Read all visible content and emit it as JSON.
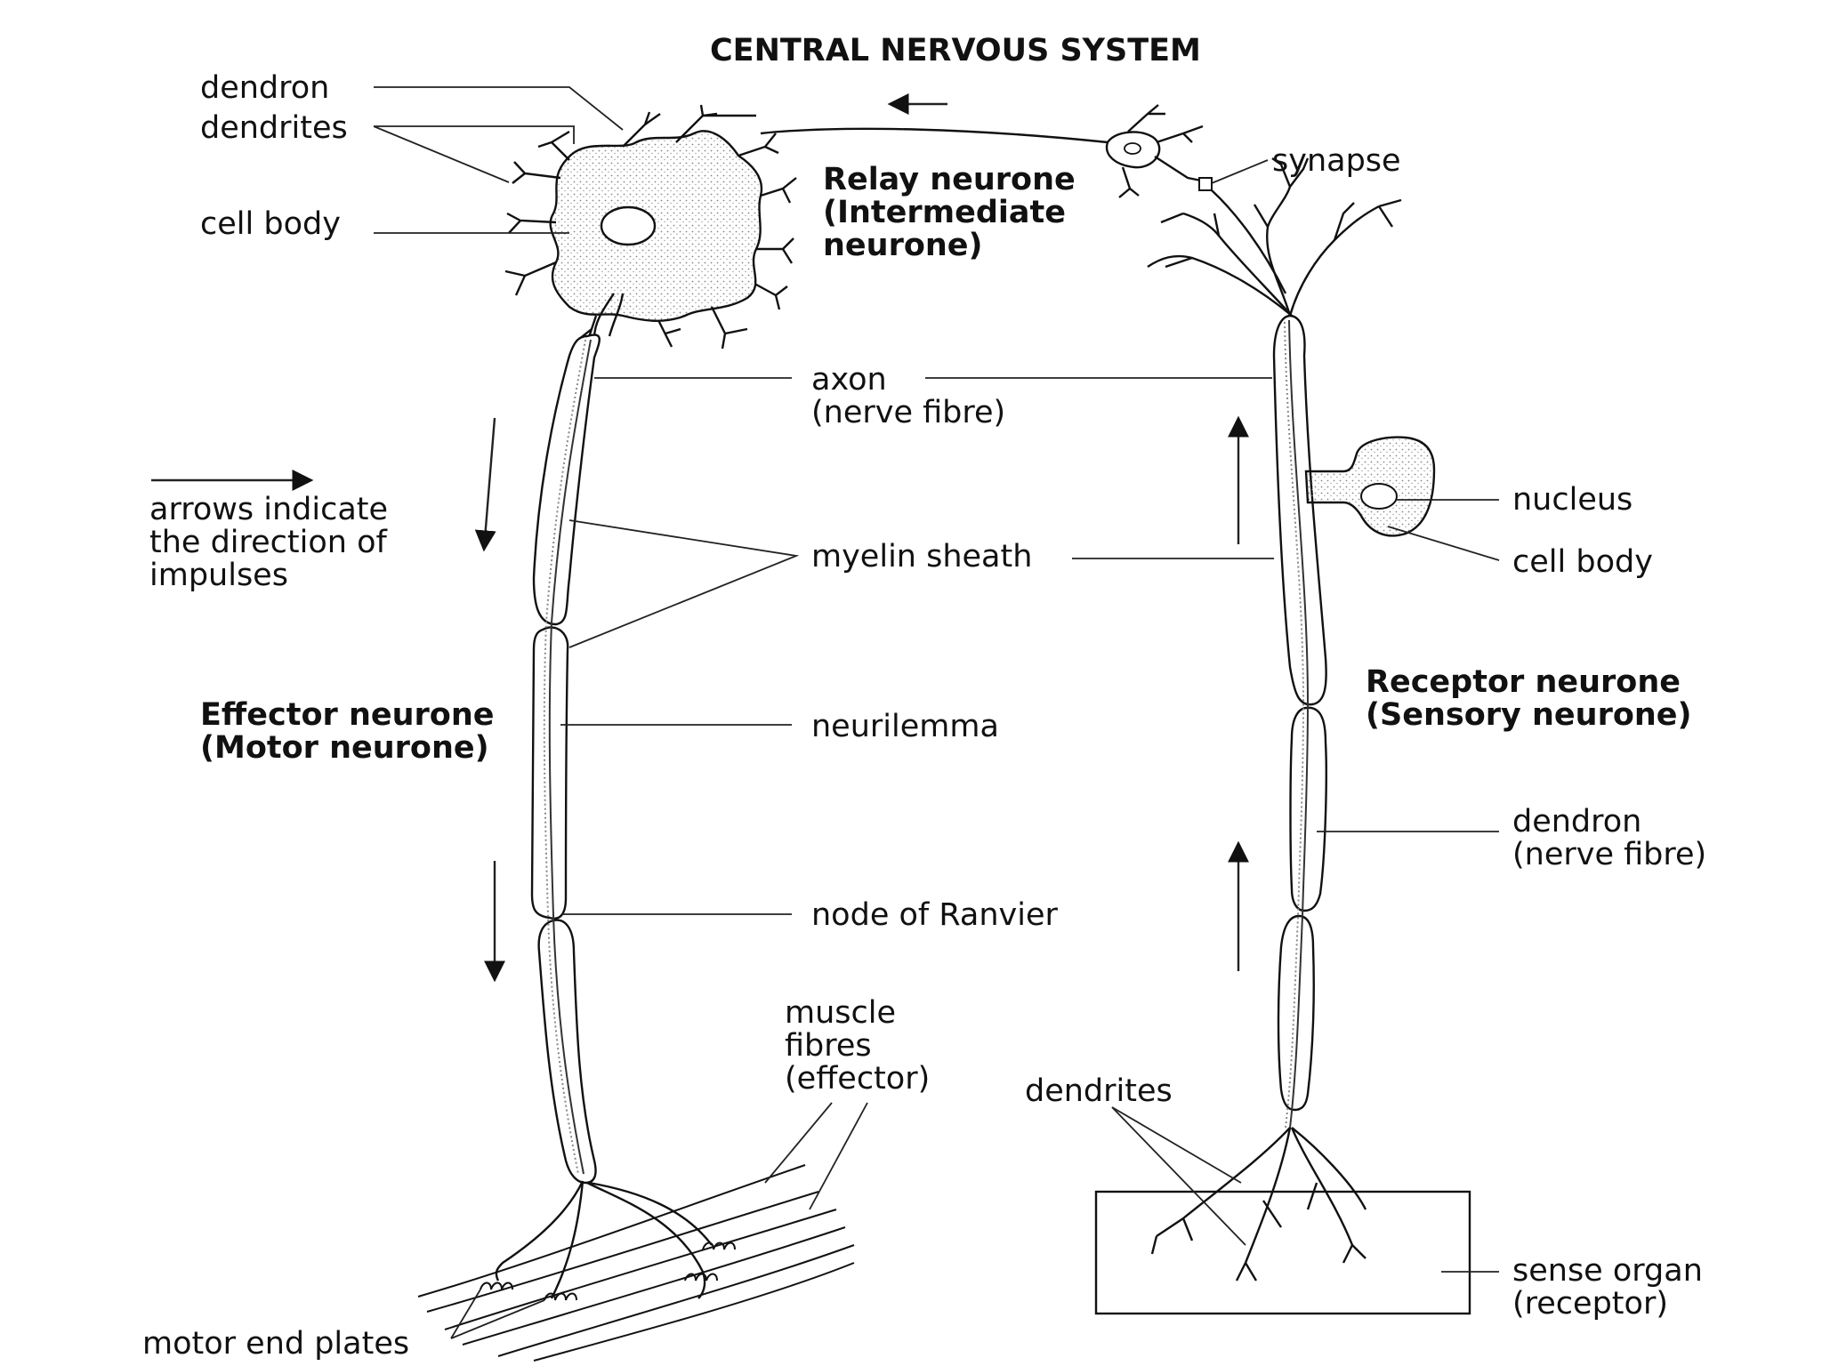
{
  "title": "CENTRAL NERVOUS SYSTEM",
  "relay_neurone": {
    "name_line1": "Relay neurone",
    "name_line2": "(Intermediate",
    "name_line3": "neurone)",
    "labels": {
      "dendron": "dendron",
      "dendrites": "dendrites",
      "cell_body": "cell body"
    }
  },
  "synapse": "synapse",
  "effector_neurone": {
    "name_line1": "Effector neurone",
    "name_line2": "(Motor neurone)"
  },
  "receptor_neurone": {
    "name_line1": "Receptor neurone",
    "name_line2": "(Sensory neurone)",
    "labels": {
      "nucleus": "nucleus",
      "cell_body": "cell body",
      "dendron_line1": "dendron",
      "dendron_line2": "(nerve fibre)",
      "dendrites": "dendrites",
      "sense_organ_line1": "sense organ",
      "sense_organ_line2": "(receptor)"
    }
  },
  "center_labels": {
    "axon_line1": "axon",
    "axon_line2": "(nerve fibre)",
    "myelin_sheath": "myelin sheath",
    "neurilemma": "neurilemma",
    "node_of_ranvier": "node of Ranvier"
  },
  "legend": {
    "line1": "arrows indicate",
    "line2": "the direction of",
    "line3": "impulses"
  },
  "muscle": {
    "line1": "muscle",
    "line2": "fibres",
    "line3": "(effector)"
  },
  "motor_end_plates": "motor end plates",
  "colors": {
    "ink": "#111111",
    "stipple": "#9a9a9a",
    "background": "#ffffff"
  }
}
